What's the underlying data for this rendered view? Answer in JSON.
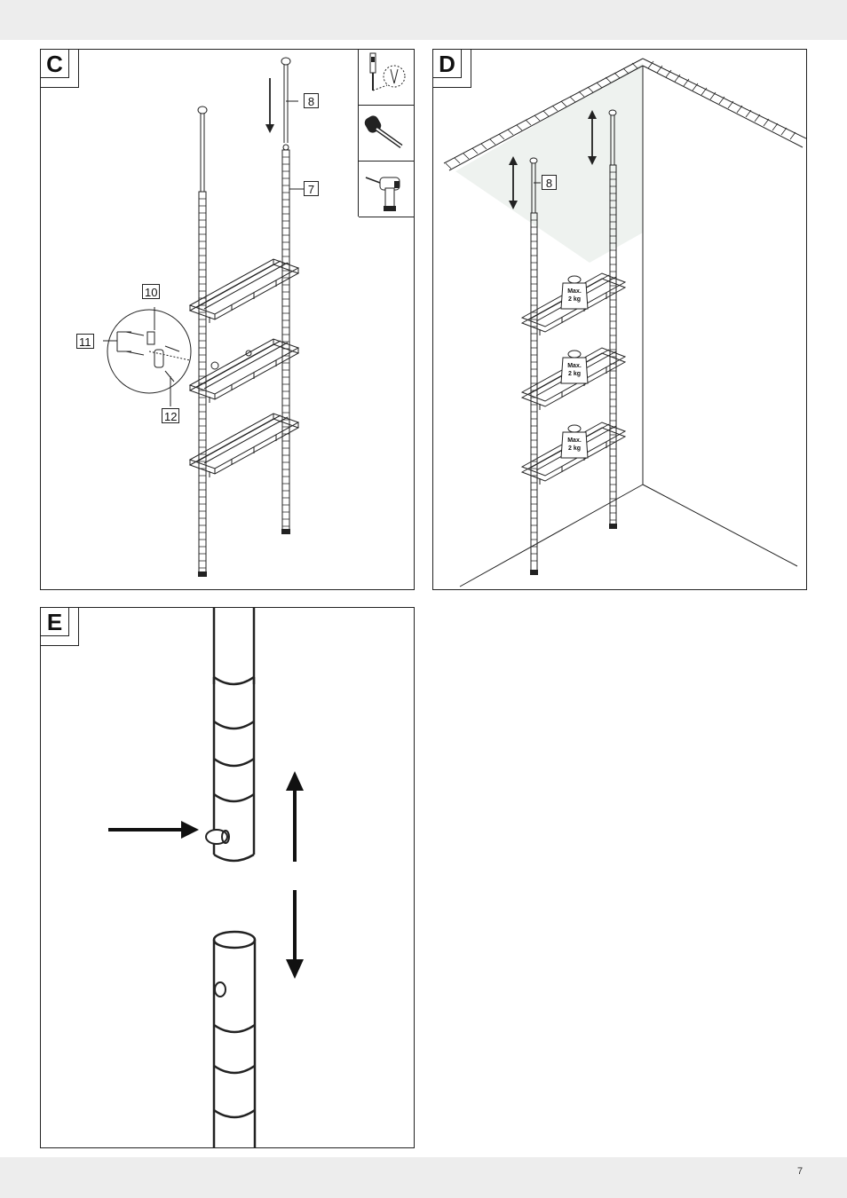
{
  "page_number": "7",
  "panels": {
    "c": {
      "label": "C",
      "refs": {
        "r8": "8",
        "r7": "7",
        "r10": "10",
        "r11": "11",
        "r12": "12"
      }
    },
    "d": {
      "label": "D",
      "refs": {
        "r8": "8"
      },
      "weight_label": {
        "max": "Max.",
        "value": "2 kg"
      }
    },
    "e": {
      "label": "E"
    }
  },
  "tools": [
    "screwdriver-icon",
    "hammer-icon",
    "drill-icon"
  ]
}
